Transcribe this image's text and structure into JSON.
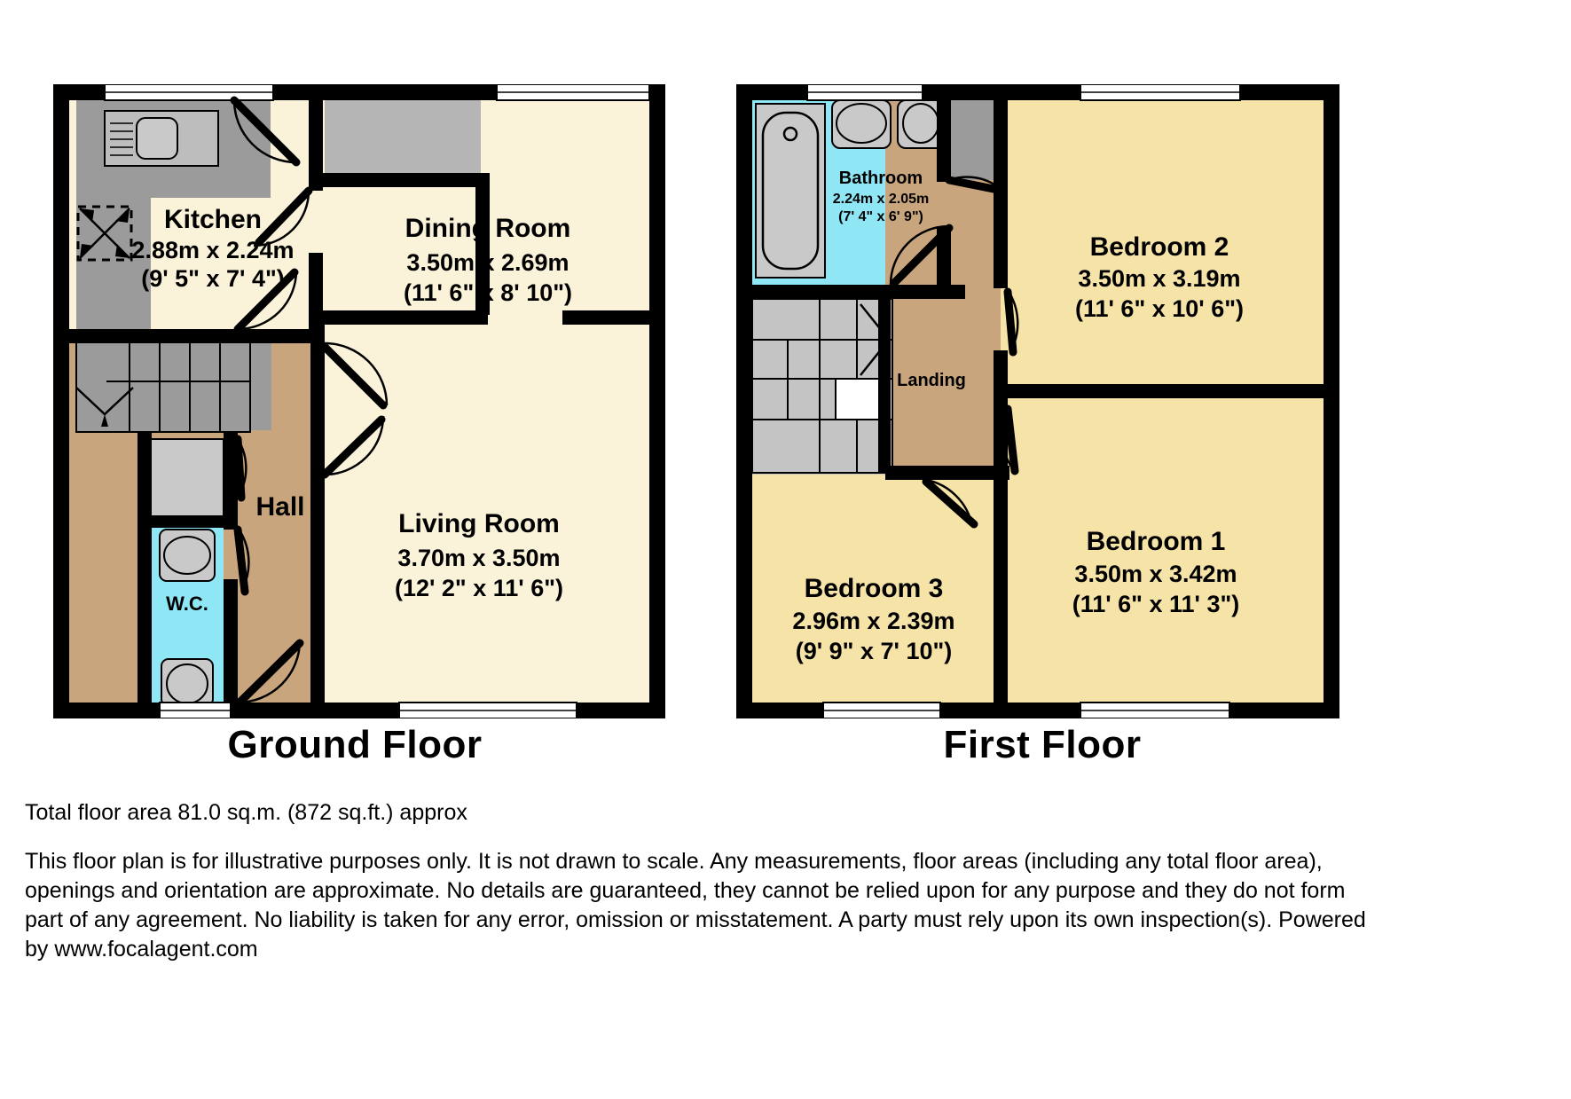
{
  "floors": [
    {
      "id": "ground",
      "title": "Ground Floor",
      "rooms": [
        {
          "key": "kitchen",
          "name": "Kitchen",
          "metric": "2.88m x 2.24m",
          "imperial": "(9' 5\" x 7' 4\")"
        },
        {
          "key": "dining",
          "name": "Dining Room",
          "metric": "3.50m x 2.69m",
          "imperial": "(11' 6\" x 8' 10\")"
        },
        {
          "key": "living",
          "name": "Living Room",
          "metric": "3.70m x 3.50m",
          "imperial": "(12' 2\" x 11' 6\")"
        },
        {
          "key": "hall",
          "name": "Hall",
          "metric": "",
          "imperial": ""
        },
        {
          "key": "wc",
          "name": "W.C.",
          "metric": "",
          "imperial": ""
        }
      ]
    },
    {
      "id": "first",
      "title": "First Floor",
      "rooms": [
        {
          "key": "bathroom",
          "name": "Bathroom",
          "metric": "2.24m x 2.05m",
          "imperial": "(7' 4\" x 6' 9\")"
        },
        {
          "key": "landing",
          "name": "Landing",
          "metric": "",
          "imperial": ""
        },
        {
          "key": "bedroom2",
          "name": "Bedroom 2",
          "metric": "3.50m x 3.19m",
          "imperial": "(11' 6\" x 10' 6\")"
        },
        {
          "key": "bedroom1",
          "name": "Bedroom 1",
          "metric": "3.50m x 3.42m",
          "imperial": "(11' 6\" x 11' 3\")"
        },
        {
          "key": "bedroom3",
          "name": "Bedroom 3",
          "metric": "2.96m x 2.39m",
          "imperial": "(9' 9\" x 7' 10\")"
        }
      ]
    }
  ],
  "footer": {
    "total_area": "Total floor area 81.0 sq.m. (872 sq.ft.) approx",
    "disclaimer": "This floor plan is for illustrative purposes only. It is not drawn to scale. Any measurements, floor areas (including any total floor area), openings and orientation are approximate. No details are guaranteed, they cannot be relied upon for any purpose and they do not form part of any agreement. No liability is taken for any error, omission or misstatement. A party must rely upon its own inspection(s). Powered by www.focalagent.com"
  },
  "colors": {
    "wall": "#000000",
    "living_fill": "#faf3d9",
    "bedroom_fill": "#f5e3a8",
    "bathroom_fill": "#8fe6f5",
    "hall_fill": "#c9a57e",
    "unit_grey": "#9b9b9b",
    "stair_grey": "#c4c4c4",
    "fixture_grey": "#c9c9c9",
    "window_white": "#ffffff"
  }
}
